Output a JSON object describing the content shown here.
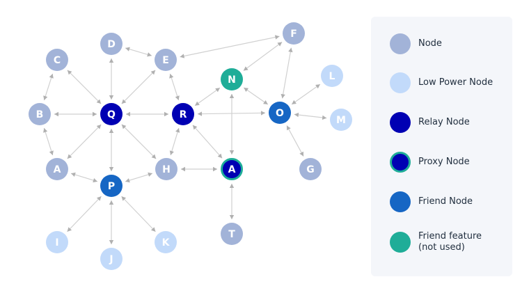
{
  "colors": {
    "node": "#a2b3d8",
    "low_power": "#c2dafa",
    "relay": "#0000b3",
    "proxy_ring": "#1fad98",
    "friend": "#1666c4",
    "friend_feature": "#1fad98",
    "edge": "#d0d0d0",
    "arrow": "#b0b0b0"
  },
  "nodes": [
    {
      "id": "D",
      "label": "D",
      "type": "node"
    },
    {
      "id": "E",
      "label": "E",
      "type": "node"
    },
    {
      "id": "F",
      "label": "F",
      "type": "node"
    },
    {
      "id": "C",
      "label": "C",
      "type": "node"
    },
    {
      "id": "N",
      "label": "N",
      "type": "friend_feature"
    },
    {
      "id": "L",
      "label": "L",
      "type": "low_power"
    },
    {
      "id": "B",
      "label": "B",
      "type": "node"
    },
    {
      "id": "Q",
      "label": "Q",
      "type": "relay"
    },
    {
      "id": "R",
      "label": "R",
      "type": "relay"
    },
    {
      "id": "O",
      "label": "O",
      "type": "friend"
    },
    {
      "id": "M",
      "label": "M",
      "type": "low_power"
    },
    {
      "id": "A1",
      "label": "A",
      "type": "node"
    },
    {
      "id": "H",
      "label": "H",
      "type": "node"
    },
    {
      "id": "A2",
      "label": "A",
      "type": "proxy"
    },
    {
      "id": "G",
      "label": "G",
      "type": "node"
    },
    {
      "id": "P",
      "label": "P",
      "type": "friend"
    },
    {
      "id": "I",
      "label": "I",
      "type": "low_power"
    },
    {
      "id": "K",
      "label": "K",
      "type": "low_power"
    },
    {
      "id": "J",
      "label": "J",
      "type": "low_power"
    },
    {
      "id": "T",
      "label": "T",
      "type": "node"
    }
  ],
  "edges": [
    [
      "D",
      "E"
    ],
    [
      "E",
      "F"
    ],
    [
      "F",
      "N"
    ],
    [
      "F",
      "O"
    ],
    [
      "C",
      "B"
    ],
    [
      "C",
      "Q"
    ],
    [
      "D",
      "Q"
    ],
    [
      "E",
      "Q"
    ],
    [
      "E",
      "R"
    ],
    [
      "B",
      "Q"
    ],
    [
      "Q",
      "R"
    ],
    [
      "R",
      "N"
    ],
    [
      "R",
      "O"
    ],
    [
      "N",
      "O"
    ],
    [
      "N",
      "A2"
    ],
    [
      "O",
      "L"
    ],
    [
      "O",
      "M"
    ],
    [
      "O",
      "G"
    ],
    [
      "B",
      "A1"
    ],
    [
      "Q",
      "A1"
    ],
    [
      "Q",
      "P"
    ],
    [
      "Q",
      "H"
    ],
    [
      "R",
      "H"
    ],
    [
      "R",
      "A2"
    ],
    [
      "A1",
      "P"
    ],
    [
      "H",
      "P"
    ],
    [
      "H",
      "A2"
    ],
    [
      "A2",
      "T"
    ],
    [
      "P",
      "I"
    ],
    [
      "P",
      "J"
    ],
    [
      "P",
      "K"
    ]
  ],
  "legend": [
    {
      "key": "node",
      "label": "Node"
    },
    {
      "key": "low_power",
      "label": "Low Power Node"
    },
    {
      "key": "relay",
      "label": "Relay Node"
    },
    {
      "key": "proxy",
      "label": "Proxy Node"
    },
    {
      "key": "friend",
      "label": "Friend Node"
    },
    {
      "key": "friend_feature",
      "label": "Friend feature\n(not used)"
    }
  ]
}
